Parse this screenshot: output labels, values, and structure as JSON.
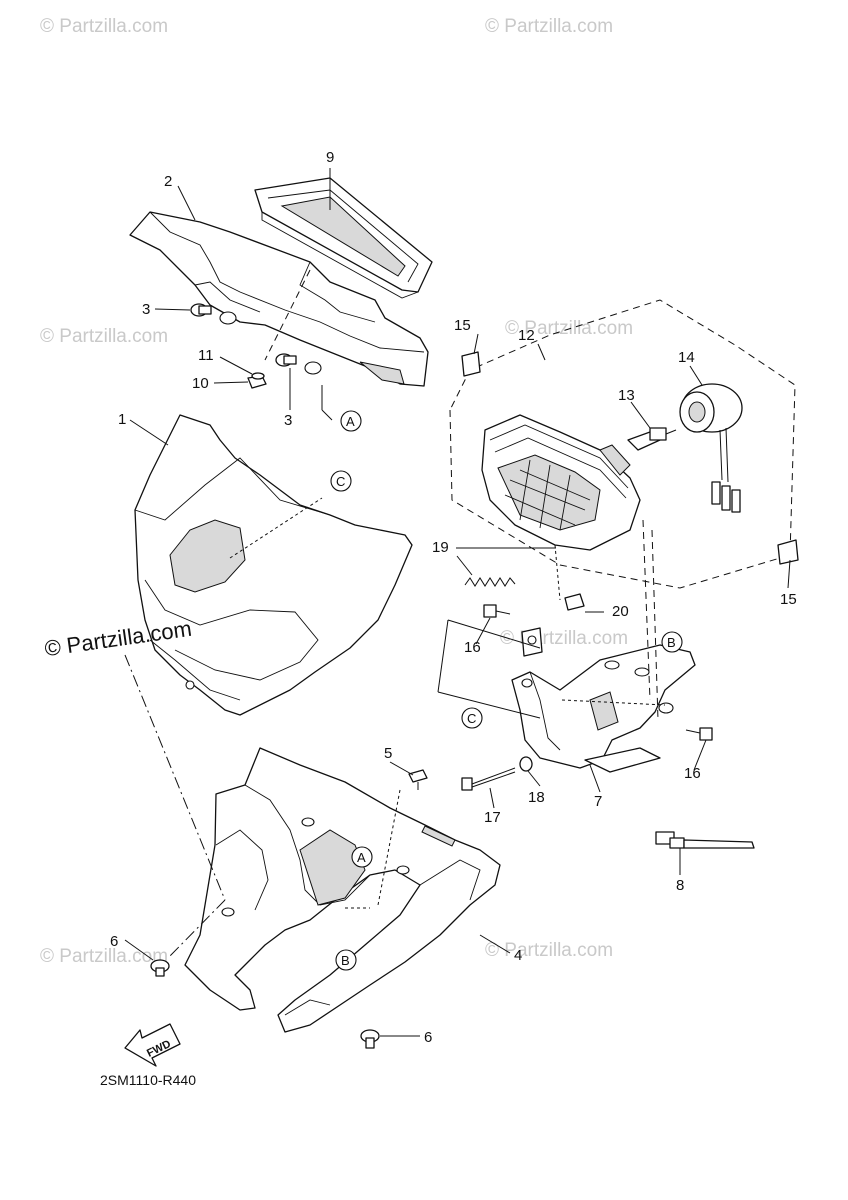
{
  "watermarks": [
    "© Partzilla.com",
    "© Partzilla.com",
    "© Partzilla.com",
    "© Partzilla.com",
    "© Partzilla.com",
    "© Partzilla.com",
    "© Partzilla.com",
    "© Partzilla.com"
  ],
  "main_watermark": "© Partzilla.com",
  "callouts": {
    "p1": "1",
    "p2": "2",
    "p3a": "3",
    "p3b": "3",
    "p4": "4",
    "p5": "5",
    "p6a": "6",
    "p6b": "6",
    "p7": "7",
    "p8": "8",
    "p9": "9",
    "p10": "10",
    "p11": "11",
    "p12": "12",
    "p13": "13",
    "p14": "14",
    "p15a": "15",
    "p15b": "15",
    "p16a": "16",
    "p16b": "16",
    "p17": "17",
    "p18": "18",
    "p19": "19",
    "p20": "20"
  },
  "refs": {
    "A1": "A",
    "A2": "A",
    "B1": "B",
    "B2": "B",
    "C1": "C",
    "C2": "C"
  },
  "fwd_label": "FWD",
  "diagram_code": "2SM1110-R440"
}
